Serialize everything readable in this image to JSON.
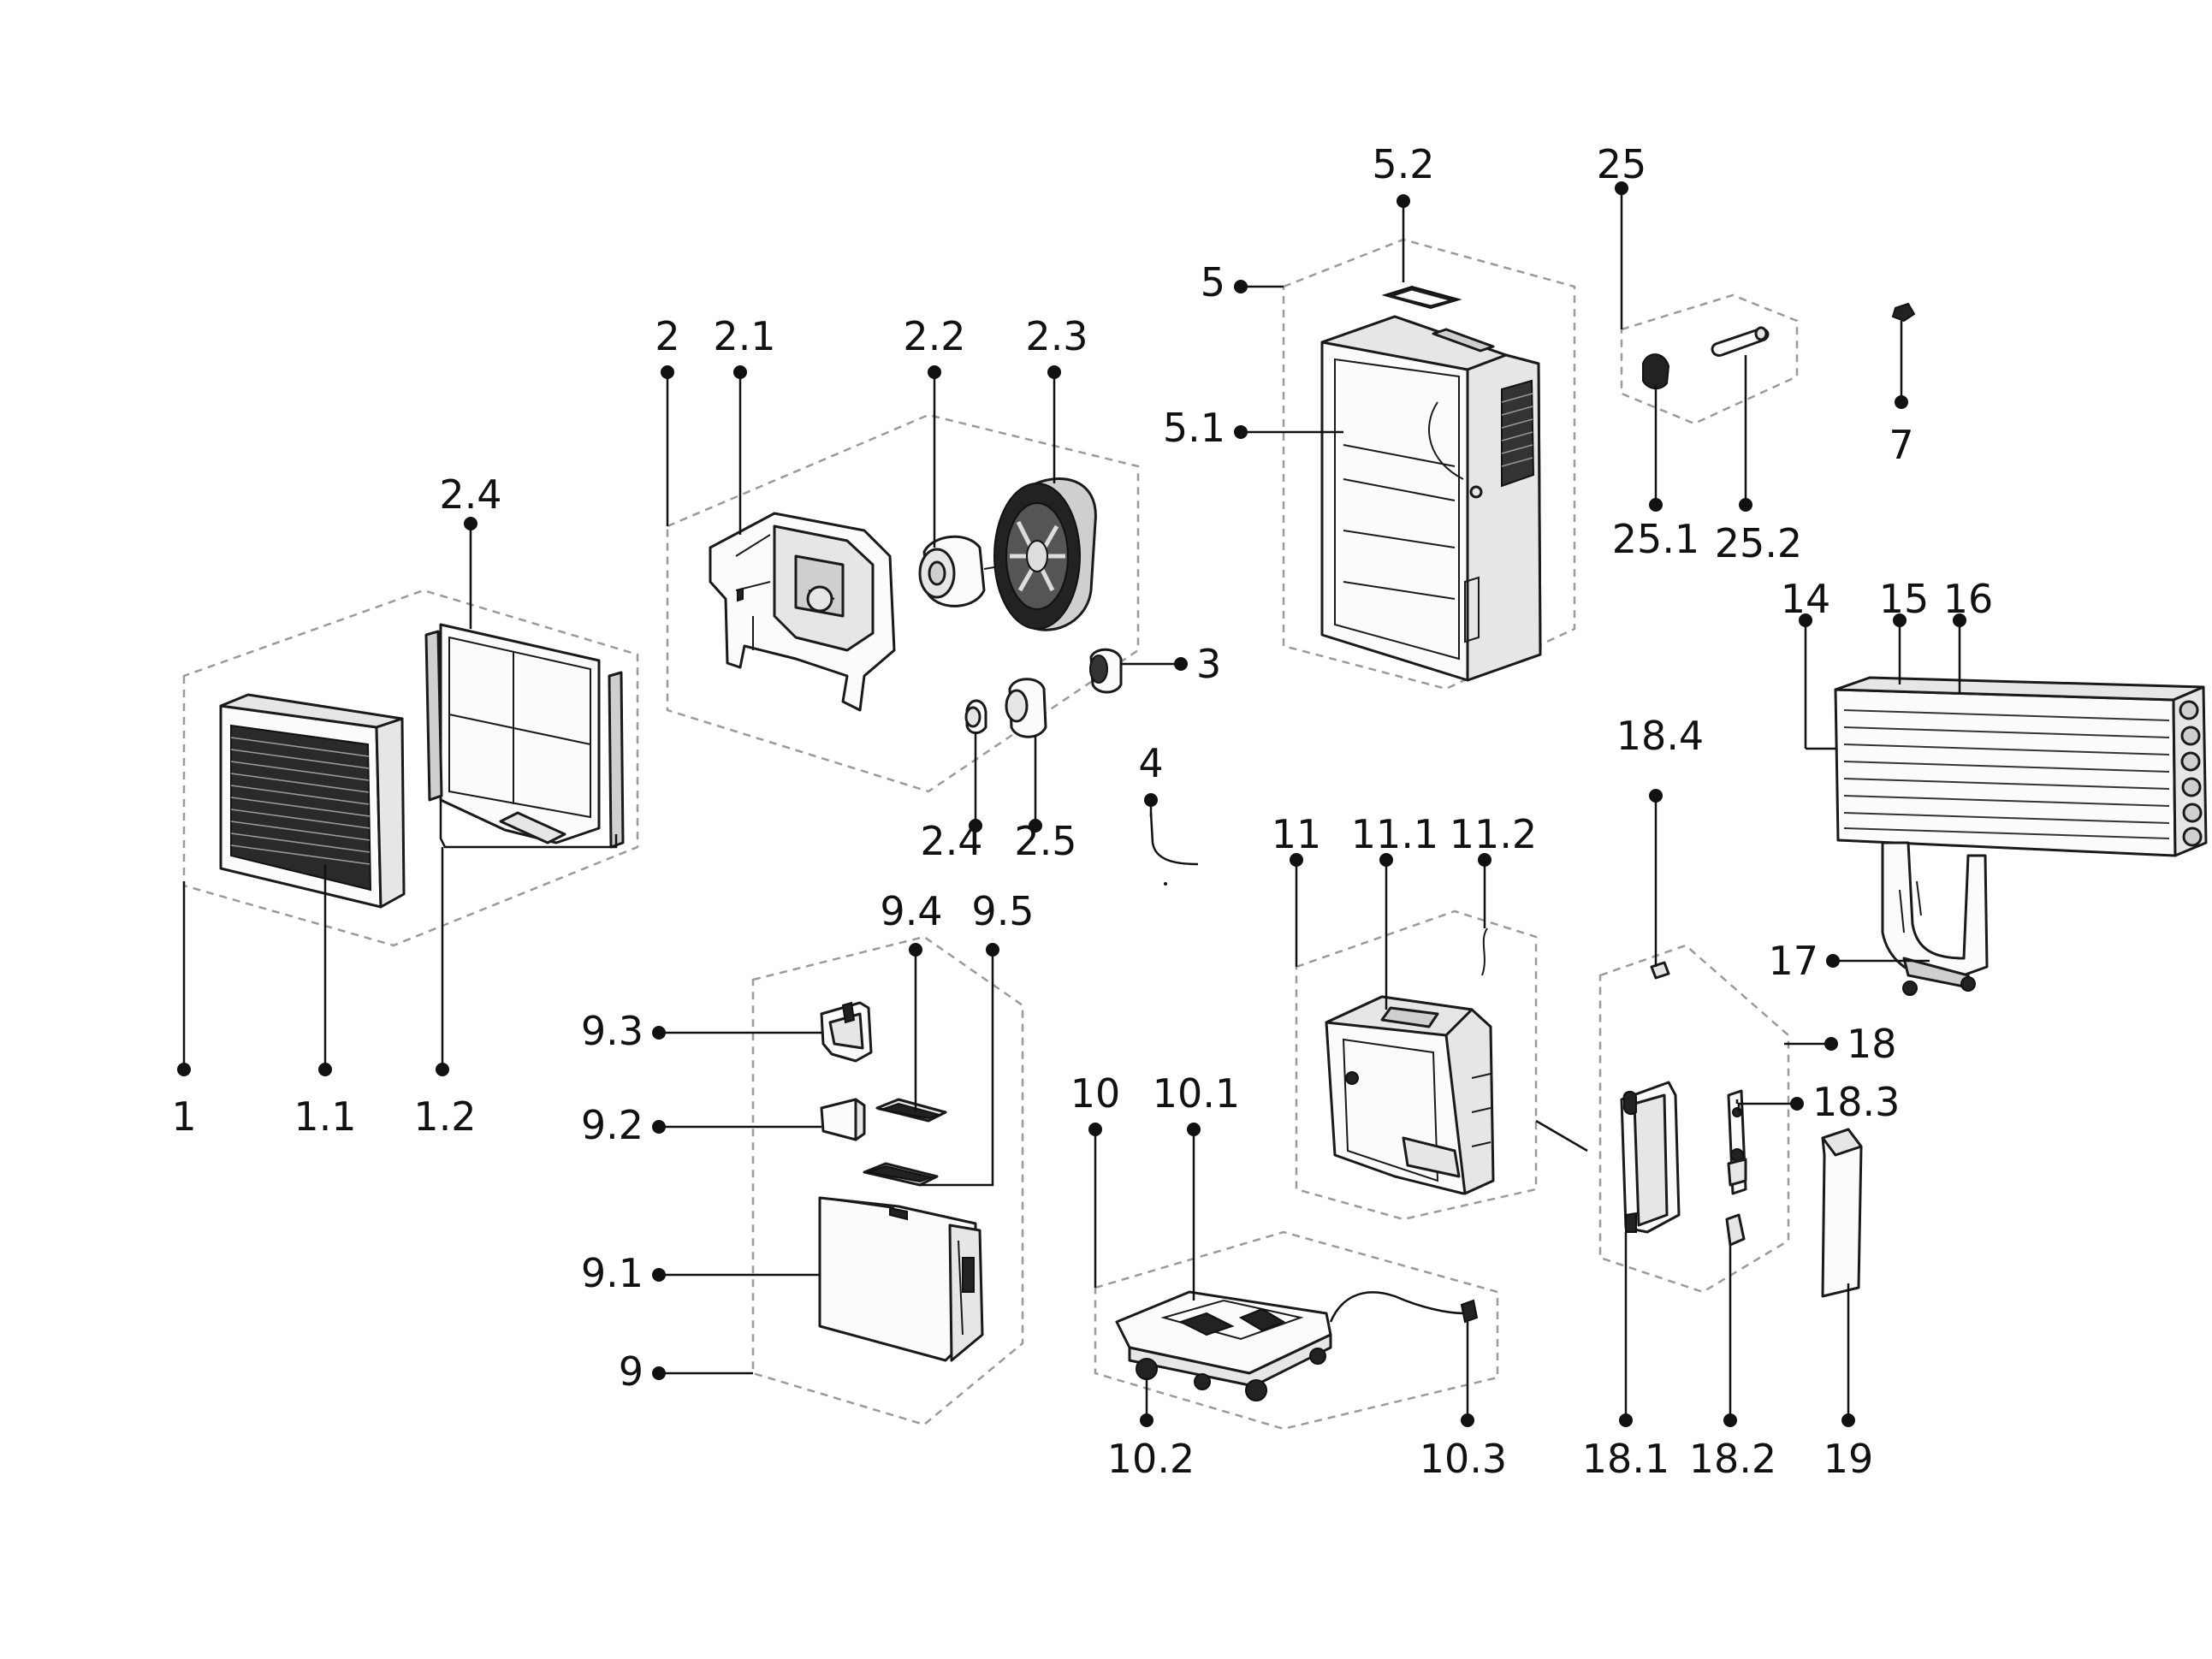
{
  "labels": {
    "l1": "1",
    "l1_1": "1.1",
    "l1_2": "1.2",
    "l2": "2",
    "l2_1": "2.1",
    "l2_2": "2.2",
    "l2_3": "2.3",
    "l2_4a": "2.4",
    "l2_4b": "2.4",
    "l2_5": "2.5",
    "l3": "3",
    "l4": "4",
    "l5": "5",
    "l5_1": "5.1",
    "l5_2": "5.2",
    "l7": "7",
    "l9": "9",
    "l9_1": "9.1",
    "l9_2": "9.2",
    "l9_3": "9.3",
    "l9_4": "9.4",
    "l9_5": "9.5",
    "l10": "10",
    "l10_1": "10.1",
    "l10_2": "10.2",
    "l10_3": "10.3",
    "l11": "11",
    "l11_1": "11.1",
    "l11_2": "11.2",
    "l14": "14",
    "l15": "15",
    "l16": "16",
    "l17": "17",
    "l18": "18",
    "l18_1": "18.1",
    "l18_2": "18.2",
    "l18_3": "18.3",
    "l18_4": "18.4",
    "l19": "19",
    "l25": "25",
    "l25_1": "25.1",
    "l25_2": "25.2"
  }
}
